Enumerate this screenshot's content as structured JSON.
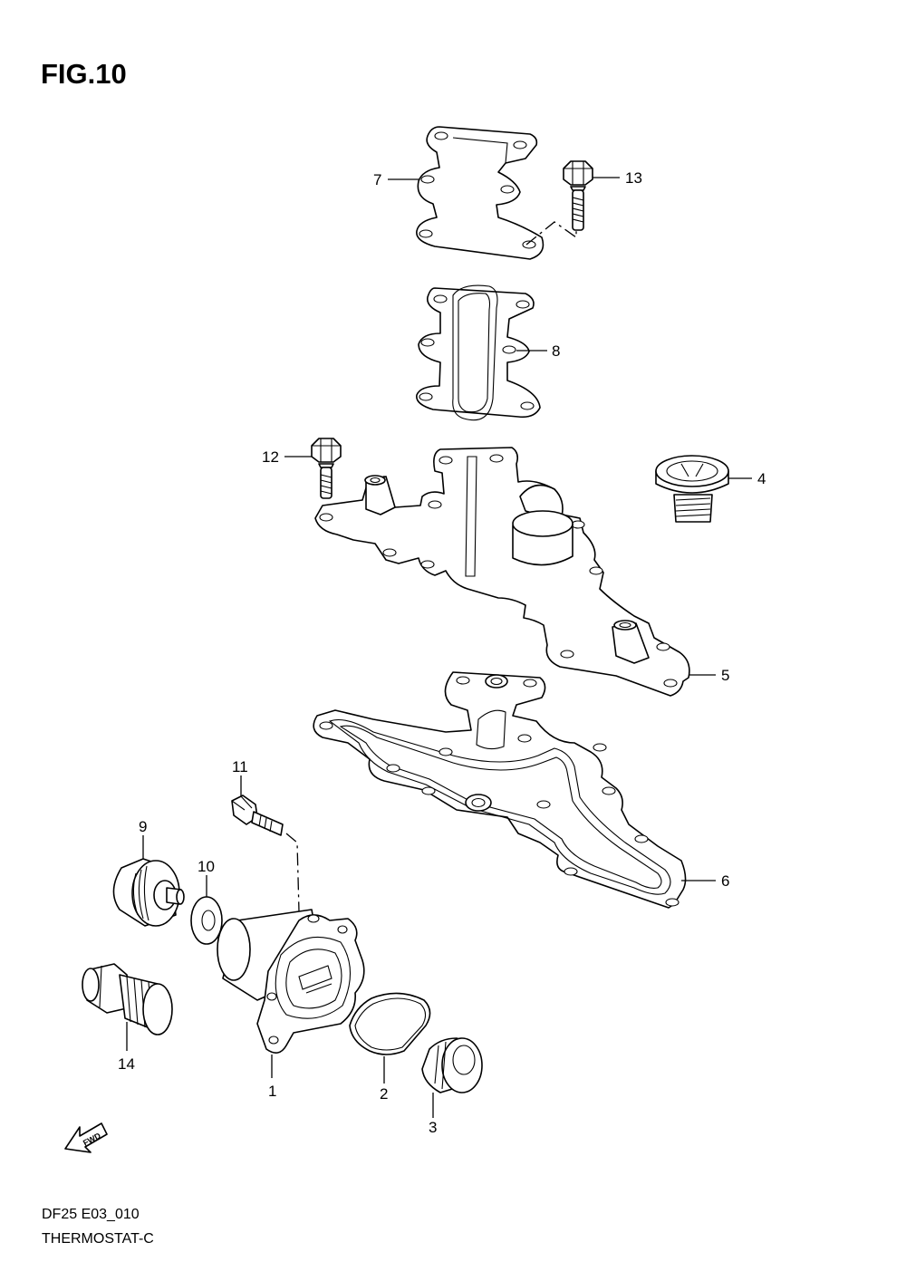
{
  "figure": {
    "title": "FIG.10",
    "footer_code": "DF25 E03_010",
    "footer_name": "THERMOSTAT-C",
    "fwd_label": "FWD"
  },
  "callouts": [
    {
      "id": "p1",
      "label": "1"
    },
    {
      "id": "p2",
      "label": "2"
    },
    {
      "id": "p3",
      "label": "3"
    },
    {
      "id": "p4",
      "label": "4"
    },
    {
      "id": "p5",
      "label": "5"
    },
    {
      "id": "p6",
      "label": "6"
    },
    {
      "id": "p7",
      "label": "7"
    },
    {
      "id": "p8",
      "label": "8"
    },
    {
      "id": "p9",
      "label": "9"
    },
    {
      "id": "p10",
      "label": "10"
    },
    {
      "id": "p11",
      "label": "11"
    },
    {
      "id": "p12",
      "label": "12"
    },
    {
      "id": "p13",
      "label": "13"
    },
    {
      "id": "p14",
      "label": "14"
    }
  ]
}
